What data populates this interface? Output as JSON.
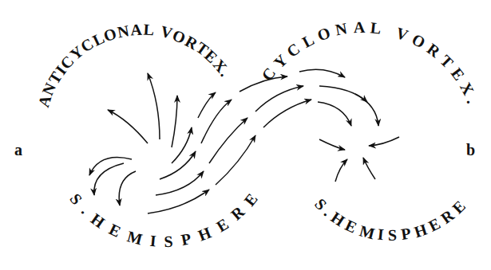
{
  "diagram": {
    "labels": [
      "ANTICYCLONAL VORTEX.",
      "CYCLONAL VORTEX.",
      "a",
      "b",
      "S.HEMISPHERE",
      "S.HEMISPHERE"
    ]
  }
}
